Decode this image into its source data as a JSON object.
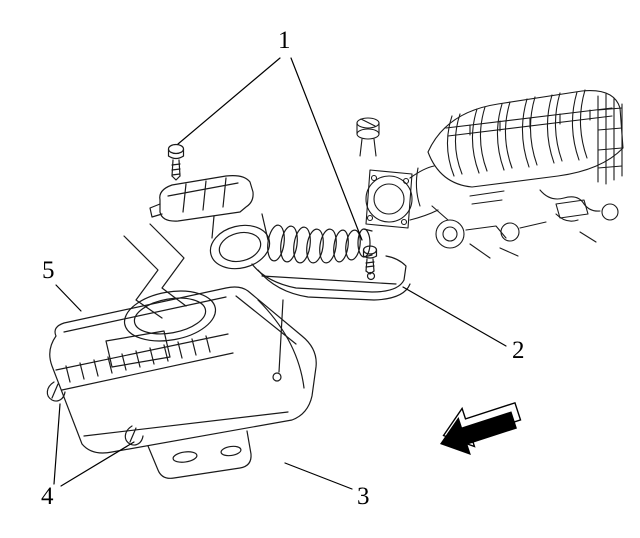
{
  "figure": {
    "callouts": [
      {
        "label": "1"
      },
      {
        "label": "2"
      },
      {
        "label": "3"
      },
      {
        "label": "4"
      },
      {
        "label": "5"
      }
    ],
    "icons": {
      "direction_arrow": "view-direction-arrow"
    },
    "colors": {
      "background": "#ffffff",
      "line": "#1a1a1a",
      "arrow_fill": "#000000"
    }
  }
}
